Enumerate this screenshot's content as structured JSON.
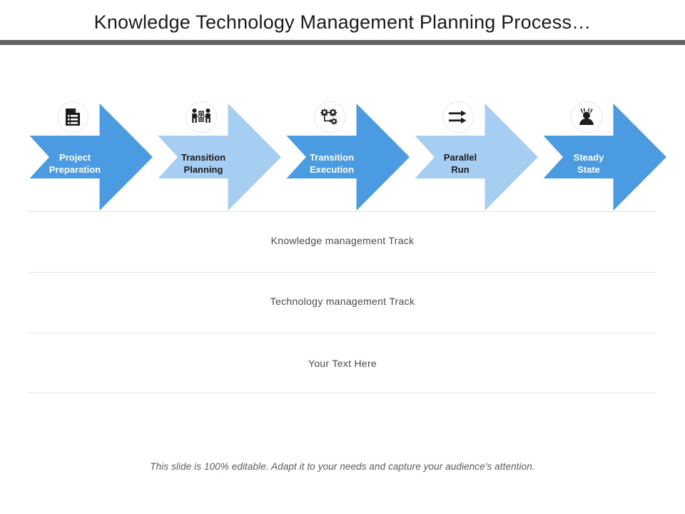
{
  "slide": {
    "title": "Knowledge Technology Management Planning Process…",
    "rule_color": "#636363",
    "background": "#ffffff"
  },
  "colors": {
    "arrow_dark": "#4a9be2",
    "arrow_light": "#a6cef2",
    "label_on_dark": "#ffffff",
    "label_on_light": "#1b1b1b",
    "divider": "#e4e4e4",
    "footer_text": "#5b5b5b"
  },
  "process": {
    "stages": [
      {
        "label": "Project\nPreparation",
        "icon": "document-list-icon",
        "tone": "dark"
      },
      {
        "label": "Transition\nPlanning",
        "icon": "people-orgchart-icon",
        "tone": "light"
      },
      {
        "label": "Transition\nExecution",
        "icon": "gears-process-icon",
        "tone": "dark"
      },
      {
        "label": "Parallel\nRun",
        "icon": "double-arrow-icon",
        "tone": "light"
      },
      {
        "label": "Steady\nState",
        "icon": "person-broadcast-icon",
        "tone": "dark"
      }
    ]
  },
  "tracks": [
    {
      "text": "Knowledge management Track"
    },
    {
      "text": "Technology  management Track"
    },
    {
      "text": "Your  Text Here"
    }
  ],
  "footer": {
    "note": "This slide is 100% editable. Adapt it to your needs and capture your audience's attention."
  }
}
